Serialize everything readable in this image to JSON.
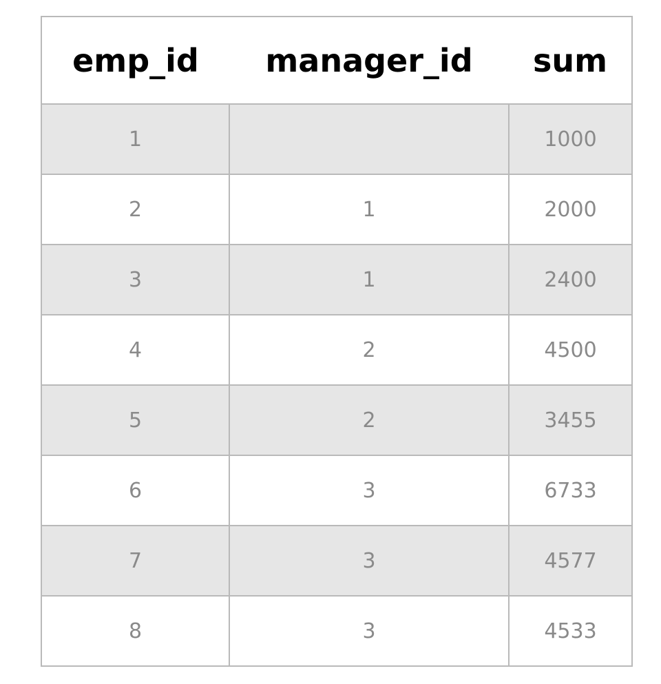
{
  "table": {
    "headers": [
      "emp_id",
      "manager_id",
      "sum"
    ],
    "rows": [
      [
        "1",
        "",
        "1000"
      ],
      [
        "2",
        "1",
        "2000"
      ],
      [
        "3",
        "1",
        "2400"
      ],
      [
        "4",
        "2",
        "4500"
      ],
      [
        "5",
        "2",
        "3455"
      ],
      [
        "6",
        "3",
        "6733"
      ],
      [
        "7",
        "3",
        "4577"
      ],
      [
        "8",
        "3",
        "4533"
      ]
    ]
  },
  "colors": {
    "header_text": "#000000",
    "cell_text": "#8a8a8a",
    "border": "#b9b9b9",
    "shaded_row": "#e6e6e6",
    "plain_row": "#ffffff"
  }
}
